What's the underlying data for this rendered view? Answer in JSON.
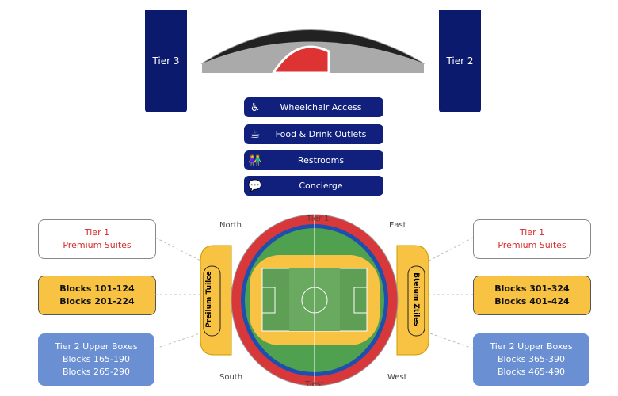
{
  "tiers": {
    "left": "Tier 3",
    "right": "Tier 2"
  },
  "amenities": [
    {
      "icon": "wheelchair-icon",
      "glyph": "♿",
      "label": "Wheelchair Access"
    },
    {
      "icon": "coffee-cup-icon",
      "glyph": "☕",
      "label": "Food & Drink Outlets"
    },
    {
      "icon": "restroom-icon",
      "glyph": "👫",
      "label": "Restrooms"
    },
    {
      "icon": "chat-bubble-icon",
      "glyph": "💬",
      "label": "Concierge"
    }
  ],
  "left_panels": {
    "premium": {
      "title": "Tier 1",
      "subtitle": "Premium Suites"
    },
    "blocks": [
      "Blocks 101-124",
      "Blocks 201-224"
    ],
    "upper": {
      "title": "Tier 2 Upper Boxes",
      "lines": [
        "Blocks 165-190",
        "Blocks 265-290"
      ]
    }
  },
  "right_panels": {
    "premium": {
      "title": "Tier 1",
      "subtitle": "Premium Suites"
    },
    "blocks": [
      "Blocks 301-324",
      "Blocks 401-424"
    ],
    "upper": {
      "title": "Tier 2 Upper Boxes",
      "lines": [
        "Blocks 365-390",
        "Blocks 465-490"
      ]
    }
  },
  "map_labels": {
    "top": "Tier 1",
    "bottom": "Tiest",
    "north": "North",
    "east": "East",
    "south": "South",
    "west": "West",
    "left_suite": "Preilum Tuilce",
    "right_suite": "Bteium Ztiles"
  },
  "colors": {
    "navy": "#10207c",
    "yellow": "#f8c343",
    "blue": "#6a8fd2",
    "red": "#d42b2b"
  }
}
